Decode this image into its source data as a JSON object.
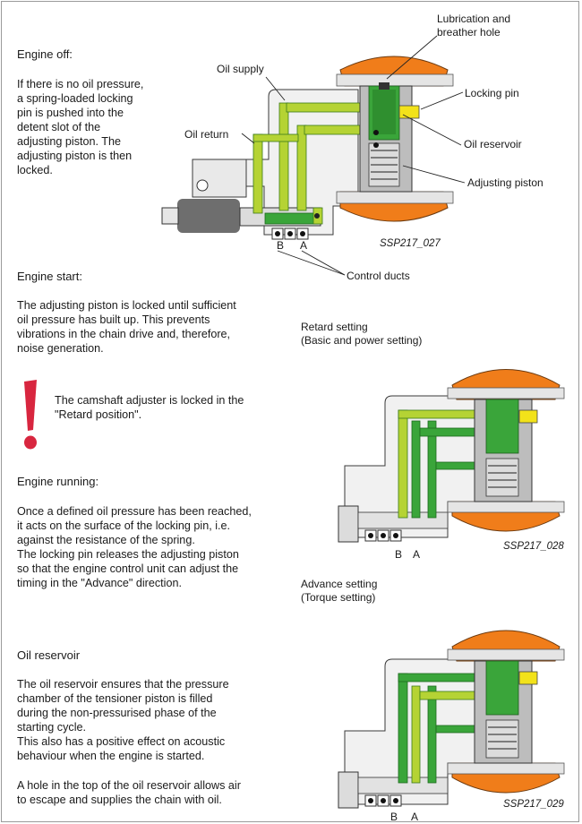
{
  "sections": {
    "engine_off": {
      "heading": "Engine off:",
      "lines": [
        "If there is no oil pressure,",
        "a spring-loaded locking",
        "pin is pushed into the",
        "detent slot of the",
        "adjusting piston. The",
        "adjusting piston is then",
        "locked."
      ]
    },
    "engine_start": {
      "heading": "Engine start:",
      "lines": [
        "The adjusting piston is locked until sufficient",
        "oil pressure has built up. This prevents",
        "vibrations in the chain drive and, therefore,",
        "noise generation."
      ]
    },
    "note": {
      "lines": [
        "The camshaft adjuster is locked in the",
        "\"Retard position\"."
      ]
    },
    "engine_running": {
      "heading": "Engine running:",
      "lines": [
        "Once a defined oil pressure has been reached,",
        "it acts on the surface of the locking pin, i.e.",
        "against the resistance of the spring.",
        "The locking pin releases the adjusting piston",
        "so that the engine control unit can adjust the",
        "timing in the \"Advance\" direction."
      ]
    },
    "oil_reservoir": {
      "heading": "Oil reservoir",
      "para1": [
        "The oil reservoir ensures that the pressure",
        "chamber of the tensioner piston is filled",
        "during the non-pressurised phase of the",
        "starting cycle.",
        "This also has a positive effect on acoustic",
        "behaviour when the engine is started."
      ],
      "para2": [
        "A hole in the top of the oil reservoir allows air",
        "to escape and supplies the chain with oil."
      ]
    }
  },
  "figure1": {
    "labels": {
      "lubrication": [
        "Lubrication and",
        "breather hole"
      ],
      "oil_supply": "Oil supply",
      "locking_pin": "Locking pin",
      "oil_return": "Oil return",
      "oil_reservoir": "Oil reservoir",
      "adjusting_piston": "Adjusting piston",
      "control_ducts": "Control ducts",
      "b": "B",
      "a": "A"
    },
    "caption": "SSP217_027"
  },
  "figure2": {
    "title": [
      "Retard setting",
      "(Basic and power setting)"
    ],
    "b": "B",
    "a": "A",
    "caption": "SSP217_028"
  },
  "figure3": {
    "title": [
      "Advance setting",
      "(Torque setting)"
    ],
    "b": "B",
    "a": "A",
    "caption": "SSP217_029"
  },
  "colors": {
    "green_light": "#b5d334",
    "green_dark": "#3aa53a",
    "orange": "#f07d1a",
    "grey": "#6e6e6e",
    "yellow": "#f2e21a",
    "warning_red": "#d8263f"
  },
  "icons": [
    "warning-exclamation-icon"
  ]
}
